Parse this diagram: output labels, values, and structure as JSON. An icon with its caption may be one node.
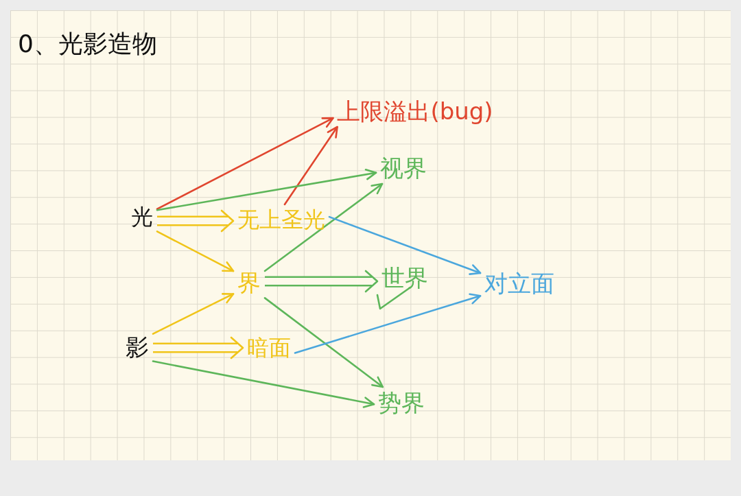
{
  "diagram": {
    "title": "0、光影造物",
    "nodes": [
      {
        "text": [
          "上限溢出(bug)"
        ]
      },
      {
        "text": [
          "视界"
        ]
      },
      {
        "text": [
          "光"
        ]
      },
      {
        "text": [
          "无上圣光"
        ]
      },
      {
        "text": [
          "界"
        ]
      },
      {
        "text": [
          "世界"
        ]
      },
      {
        "text": [
          "对立面"
        ]
      },
      {
        "text": [
          "影"
        ]
      },
      {
        "text": [
          "暗面"
        ]
      },
      {
        "text": [
          "势界"
        ]
      }
    ],
    "edges": [
      {
        "from": 2,
        "to": 0,
        "arrow": "to",
        "color": "#e0462f"
      },
      {
        "from": 3,
        "to": 0,
        "arrow": "to",
        "color": "#e0462f"
      },
      {
        "from": 2,
        "to": 1,
        "arrow": "to"
      },
      {
        "from": 4,
        "to": 1,
        "arrow": "to"
      },
      {
        "from": 2,
        "to": 3,
        "arrow": "to",
        "style": "thick",
        "color": "#f0c419"
      },
      {
        "from": 2,
        "to": 4,
        "arrow": "to",
        "color": "#f0c419"
      },
      {
        "from": 7,
        "to": 4,
        "arrow": "to",
        "color": "#f0c419"
      },
      {
        "from": 7,
        "to": 8,
        "arrow": "to",
        "style": "thick",
        "color": "#f0c419"
      },
      {
        "from": 4,
        "to": 5,
        "arrow": "to",
        "style": "thick"
      },
      {
        "from": 4,
        "to": 9,
        "arrow": "to"
      },
      {
        "from": 7,
        "to": 9,
        "arrow": "to"
      },
      {
        "from": 3,
        "to": 6,
        "arrow": "to",
        "color": "#4ba7dd"
      },
      {
        "from": 8,
        "to": 6,
        "arrow": "to",
        "color": "#4ba7dd"
      }
    ]
  }
}
